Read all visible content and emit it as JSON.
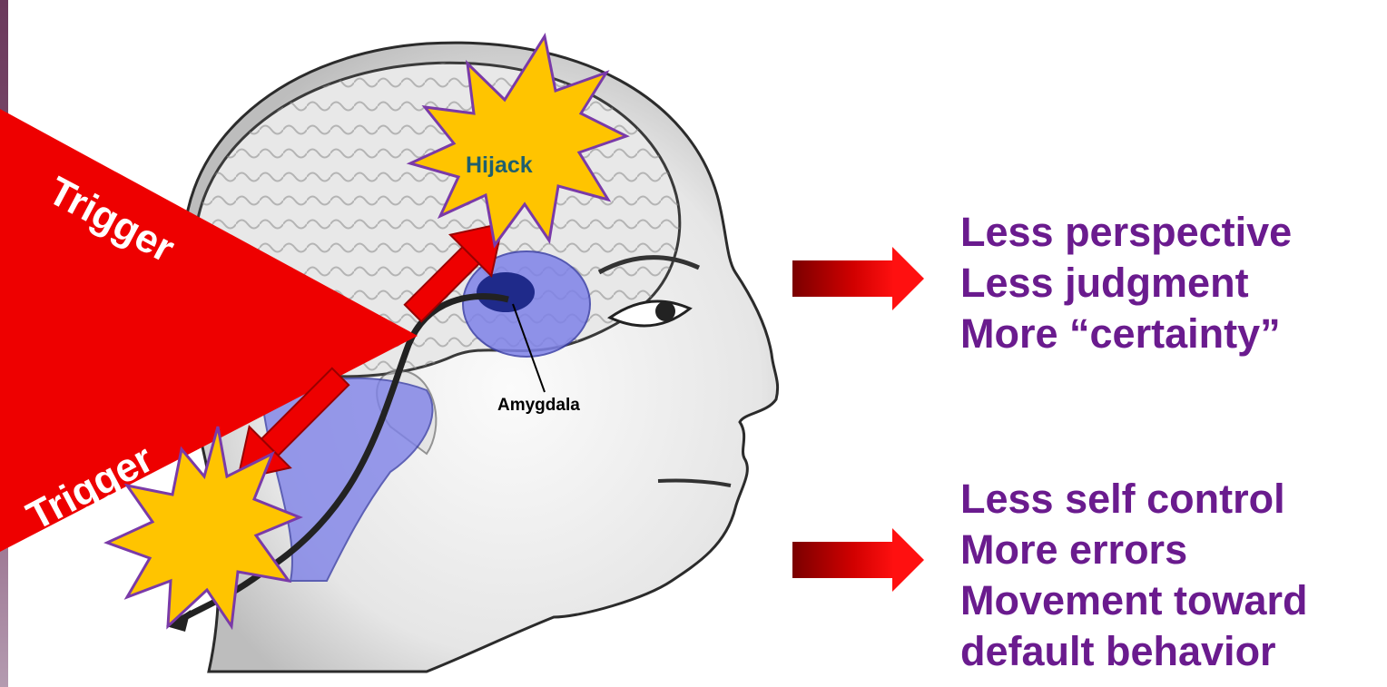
{
  "diagram": {
    "triggers": [
      "Trigger",
      "Trigger"
    ],
    "hijack_label": "Hijack",
    "amygdala_label": "Amygdala"
  },
  "outcomes": {
    "top": [
      "Less perspective",
      "Less judgment",
      "More “certainty”"
    ],
    "bottom": [
      "Less self control",
      "More errors",
      "Movement toward",
      "default behavior"
    ]
  },
  "colors": {
    "text_purple": "#6a1b8e",
    "trigger_red": "#ee0000",
    "burst_yellow": "#ffc400",
    "amygdala_blue": "#7f82e8",
    "hijack_text": "#1f5f6e"
  }
}
